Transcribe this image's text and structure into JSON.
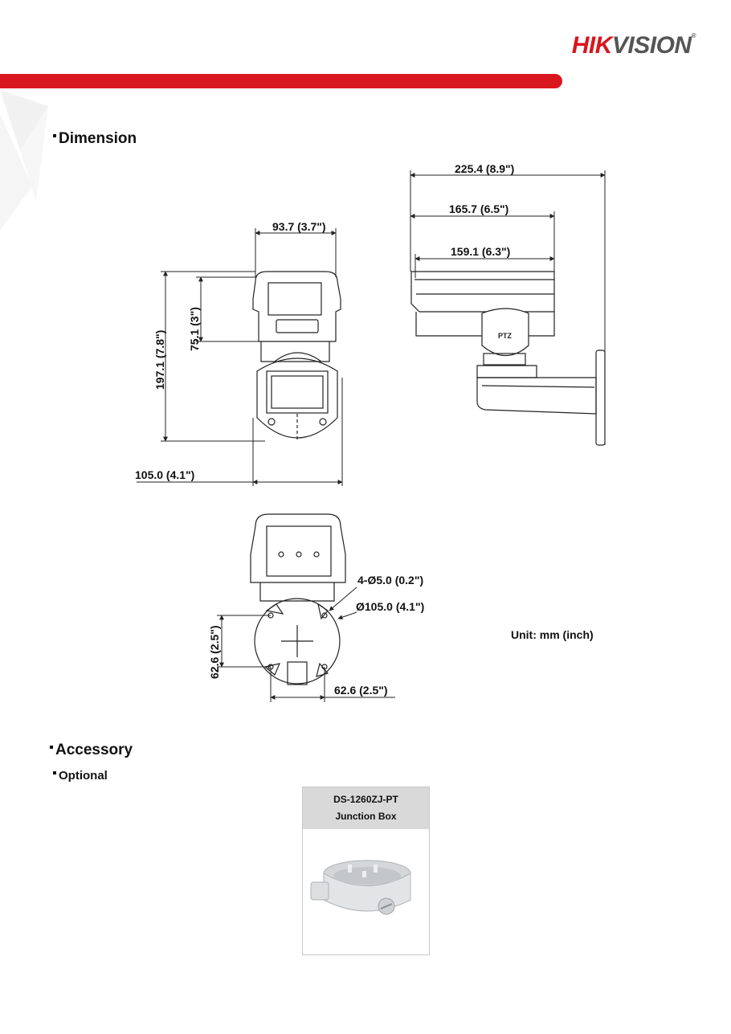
{
  "header": {
    "logo_main": "HIK",
    "logo_accent": "VISION",
    "logo_mark": "®"
  },
  "sections": {
    "dimension": "Dimension",
    "accessory": "Accessory",
    "optional": "Optional"
  },
  "dimensions": {
    "side_total_width": "225.4 (8.9\")",
    "side_housing_width": "165.7 (6.5\")",
    "side_window_width": "159.1 (6.3\")",
    "front_width": "93.7 (3.7\")",
    "front_height": "197.1 (7.8\")",
    "front_housing_height": "75.1 (3\")",
    "front_base_width": "105.0 (4.1\")",
    "hole_spec": "4-Ø5.0 (0.2\")",
    "base_diameter": "Ø105.0 (4.1\")",
    "hole_spacing_v": "62.6 (2.5\")",
    "hole_spacing_h": "62.6 (2.5\")",
    "unit": "Unit: mm (inch)",
    "ptz_label": "PTZ"
  },
  "accessory": {
    "model": "DS-1260ZJ-PT",
    "name": "Junction Box"
  },
  "colors": {
    "brand_red": "#d8161e",
    "logo_gray": "#555555",
    "card_header": "#d9d9d9"
  }
}
